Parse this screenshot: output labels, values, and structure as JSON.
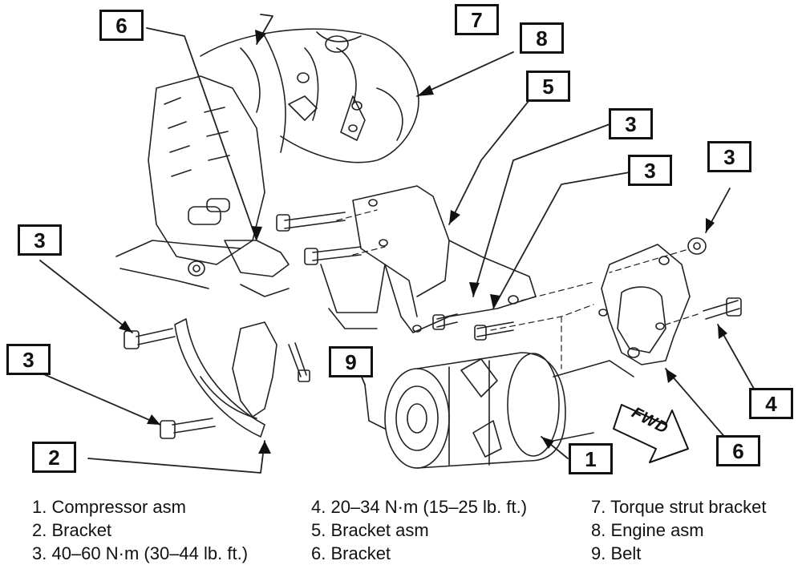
{
  "callouts": {
    "c1": "1",
    "c2": "2",
    "c3a": "3",
    "c3b": "3",
    "c3c": "3",
    "c3d": "3",
    "c3e": "3",
    "c4": "4",
    "c5": "5",
    "c6a": "6",
    "c6b": "6",
    "c7": "7",
    "c8": "8",
    "c9": "9"
  },
  "direction_label": "FWD",
  "legend": {
    "col1": [
      "1.  Compressor asm",
      "2.  Bracket",
      "3.  40–60 N·m (30–44 lb. ft.)"
    ],
    "col2": [
      "4.  20–34 N·m (15–25 lb. ft.)",
      "5.  Bracket asm",
      "6.  Bracket"
    ],
    "col3": [
      "7.  Torque strut bracket",
      "8.  Engine asm",
      "9.  Belt"
    ]
  }
}
